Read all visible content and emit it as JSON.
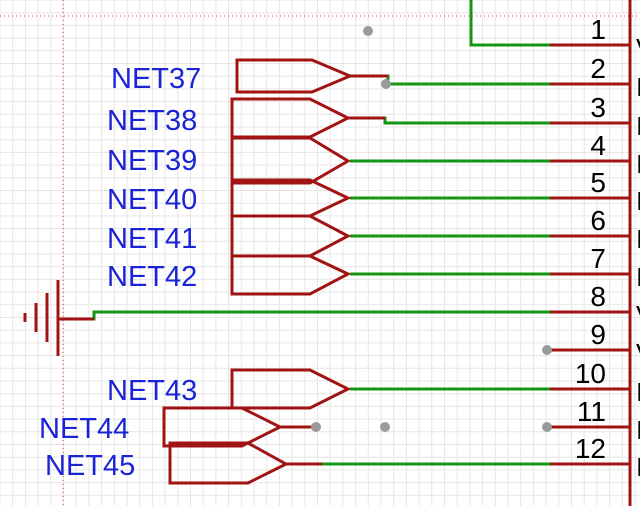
{
  "colors": {
    "grid": "#e6e6e6",
    "grid_major": "#d0d0d0",
    "guide": "#e04040",
    "symbol": "#a11414",
    "wire": "#139613",
    "label": "#1a24d6",
    "pin_number": "#000000",
    "junction": "#9a9a9a"
  },
  "net_labels": [
    "NET37",
    "NET38",
    "NET39",
    "NET40",
    "NET41",
    "NET42",
    "NET43",
    "NET44",
    "NET45"
  ],
  "pins": [
    {
      "number": "1",
      "name_initial": "V"
    },
    {
      "number": "2",
      "name_initial": "I"
    },
    {
      "number": "3",
      "name_initial": "I"
    },
    {
      "number": "4",
      "name_initial": "I"
    },
    {
      "number": "5",
      "name_initial": "I"
    },
    {
      "number": "6",
      "name_initial": "I"
    },
    {
      "number": "7",
      "name_initial": "I"
    },
    {
      "number": "8",
      "name_initial": "V"
    },
    {
      "number": "9",
      "name_initial": "V"
    },
    {
      "number": "10",
      "name_initial": "I"
    },
    {
      "number": "11",
      "name_initial": "I"
    },
    {
      "number": "12",
      "name_initial": "I"
    }
  ]
}
